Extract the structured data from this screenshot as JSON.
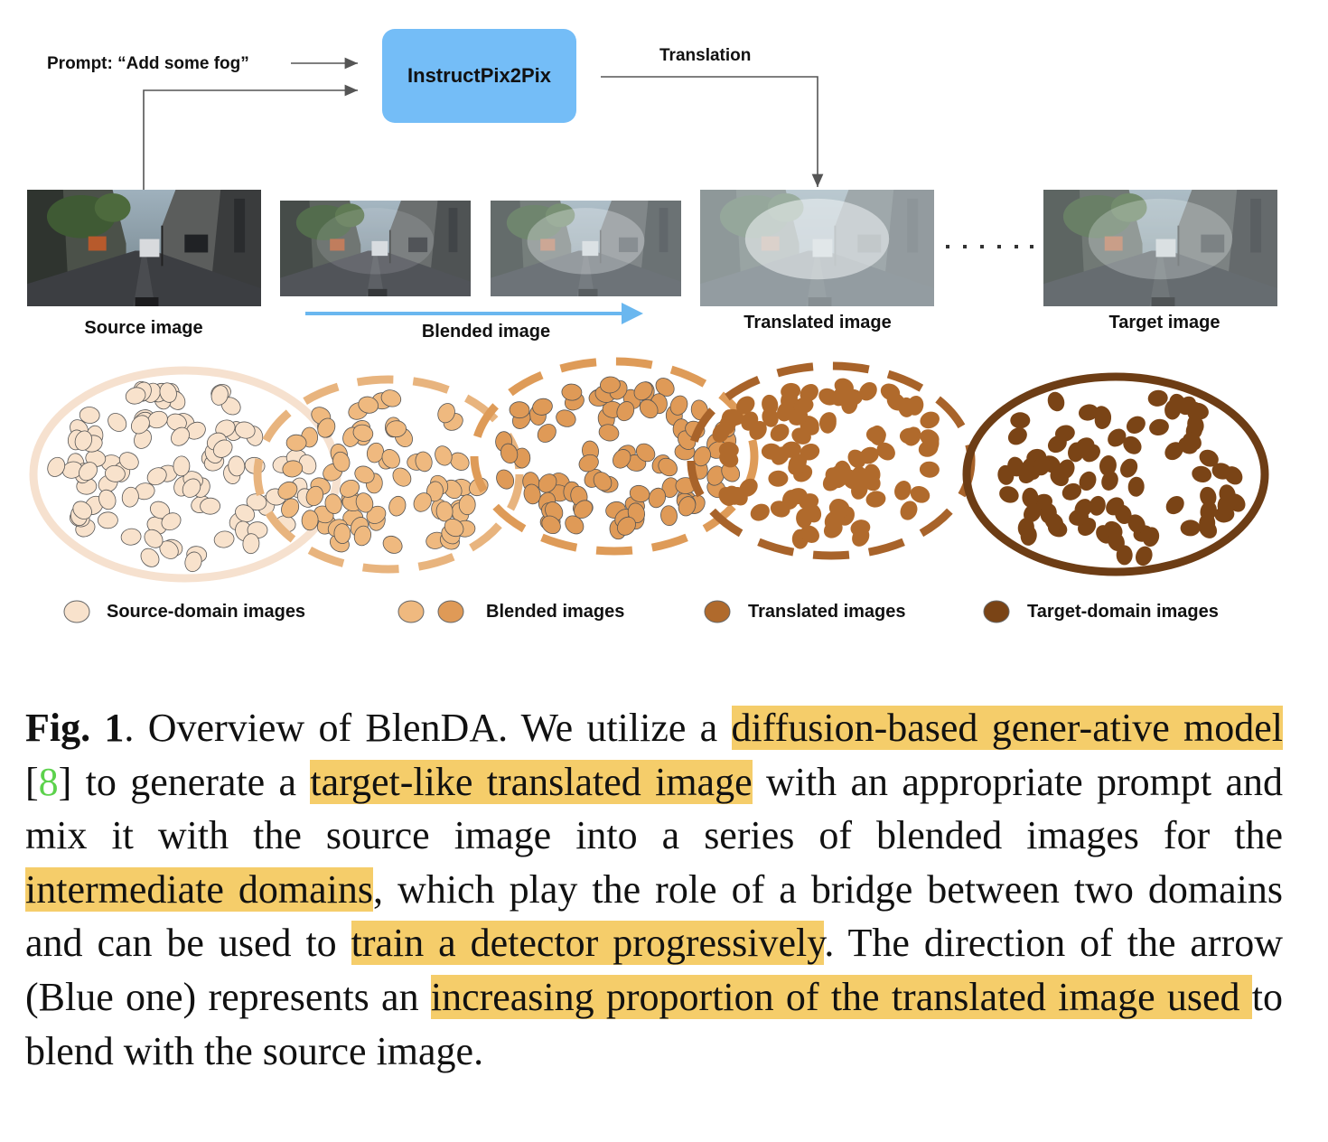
{
  "diagram": {
    "prompt_label": "Prompt: “Add some fog”",
    "model_box": "InstructPix2Pix",
    "translation_label": "Translation",
    "images": {
      "source": "Source image",
      "blended": "Blended image",
      "translated": "Translated image",
      "target": "Target image"
    },
    "legend": [
      {
        "label": "Source-domain images",
        "color": "#f8e2cc"
      },
      {
        "label": "Blended images",
        "colors": [
          "#efb97f",
          "#df9a57"
        ]
      },
      {
        "label": "Translated images",
        "color": "#b06a2c"
      },
      {
        "label": "Target-domain images",
        "color": "#7a4416"
      }
    ],
    "colors": {
      "model_box": "#74bdf7",
      "blend_arrow": "#6ab7ef",
      "source_cloud": "#f6e1cf",
      "blended_cloud_1": "#e8b47e",
      "blended_cloud_2": "#de9b58",
      "translated_cloud": "#a8632a",
      "target_cloud": "#6d3d15",
      "highlight": "#f5cd6a"
    }
  },
  "caption": {
    "fig_label": "Fig. 1",
    "text_1": ".  Overview of BlenDA. We utilize a ",
    "hl_1": "diffusion-based gener-ative model",
    "text_2": " [",
    "ref": "8",
    "text_3": "] to generate a ",
    "hl_2": "target-like translated image",
    "text_4": " with an appropriate prompt and mix it with the source image into a series of blended images for the ",
    "hl_3": "intermediate domains",
    "text_5": ", which play the role of a bridge between two domains and can be used to ",
    "hl_4": "train a detector progressively",
    "text_6": ".  The direction of the arrow (Blue one) represents an ",
    "hl_5": "increasing proportion of the translated image used ",
    "text_7": "to blend with the source image."
  }
}
